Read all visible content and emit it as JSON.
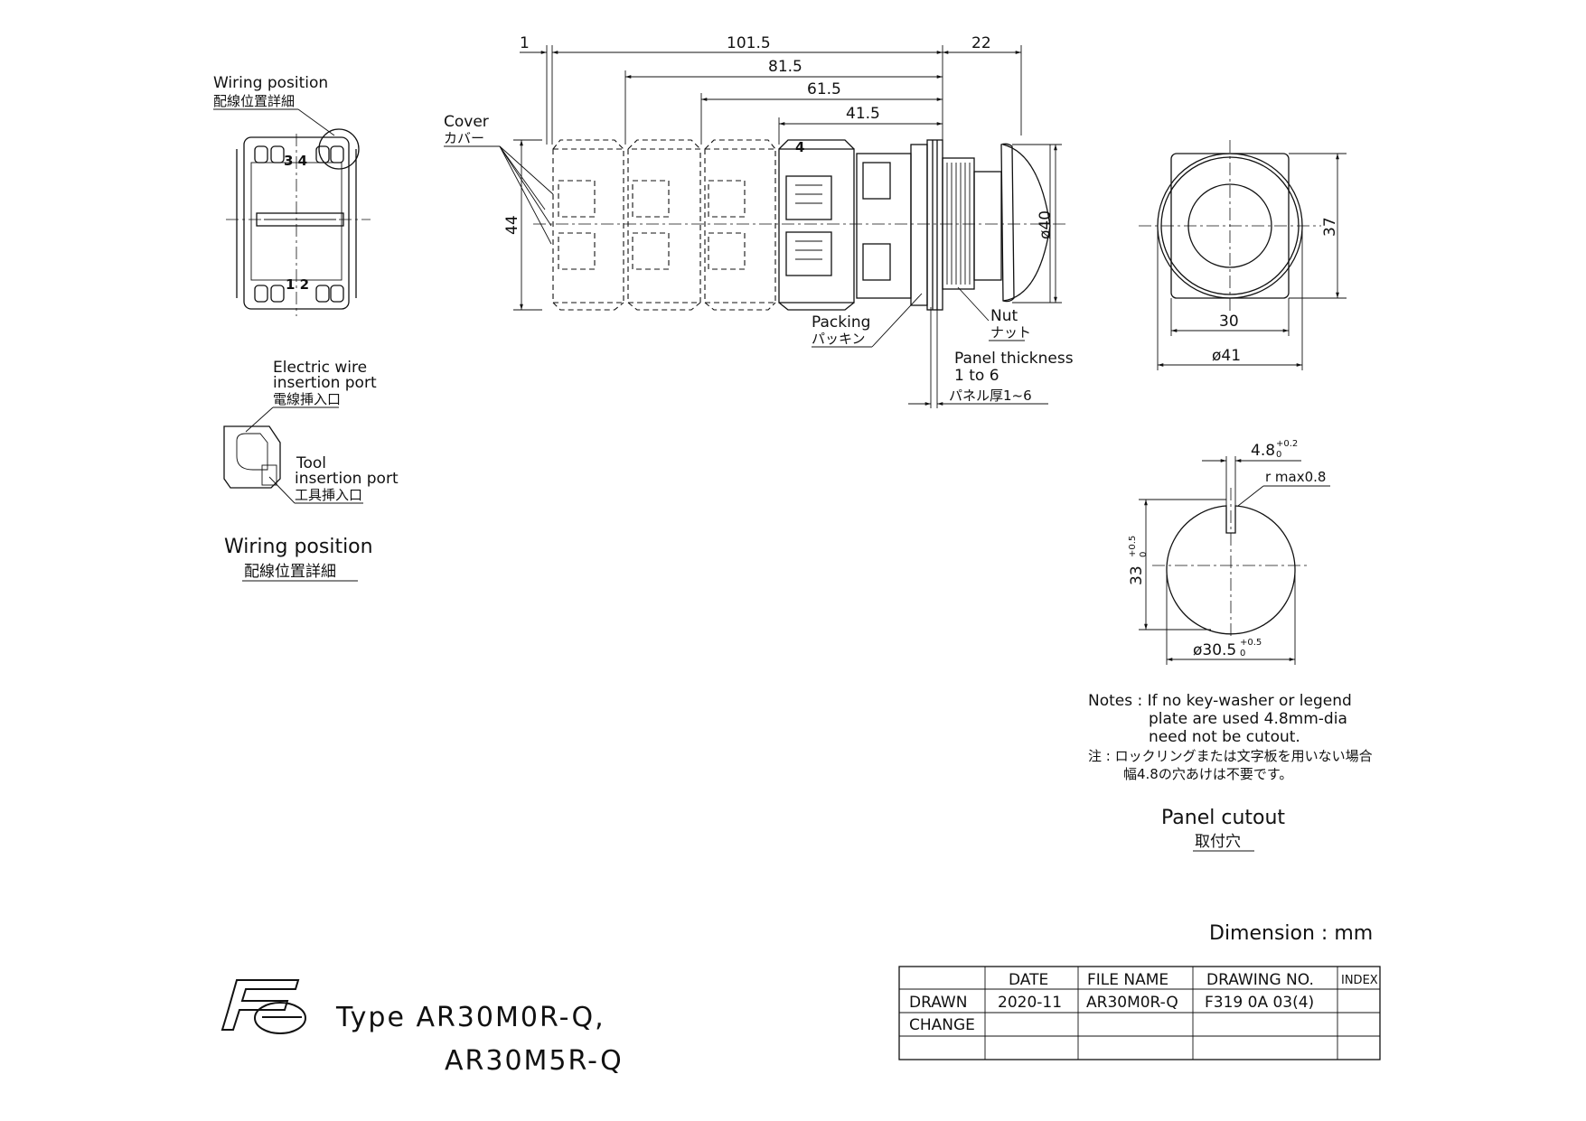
{
  "wiring_detail_top": {
    "label_en": "Wiring position",
    "label_jp": "配線位置詳細",
    "terminals_top": "3 4",
    "terminals_bottom": "1 2"
  },
  "wire_detail": {
    "electric_en_1": "Electric wire",
    "electric_en_2": "insertion port",
    "electric_jp": "電線挿入口",
    "tool_en_1": "Tool",
    "tool_en_2": "insertion port",
    "tool_jp": "工具挿入口",
    "caption_en": "Wiring position",
    "caption_jp": "配線位置詳細"
  },
  "side_view": {
    "dim_1": "1",
    "dim_101_5": "101.5",
    "dim_22": "22",
    "dim_81_5": "81.5",
    "dim_61_5": "61.5",
    "dim_41_5": "41.5",
    "dim_44": "44",
    "dim_phi40": "ø40",
    "terminal_4": "4",
    "cover_en": "Cover",
    "cover_jp": "カバー",
    "packing_en": "Packing",
    "packing_jp": "パッキン",
    "nut_en": "Nut",
    "nut_jp": "ナット",
    "panel_en_1": "Panel thickness",
    "panel_en_2": "1 to 6",
    "panel_jp": "パネル厚1~6"
  },
  "front_view": {
    "dim_37": "37",
    "dim_30": "30",
    "dim_phi41": "ø41"
  },
  "cutout": {
    "dim_width": "4.8",
    "dim_width_tol": "+0.2",
    "dim_width_tol0": "0",
    "radius": "r max0.8",
    "dim_33": "33",
    "dim_33_tol": "+0.5",
    "dim_33_tol0": "0",
    "dim_dia": "ø30.5",
    "dim_dia_tol": "+0.5",
    "dim_dia_tol0": "0",
    "caption_en": "Panel cutout",
    "caption_jp": "取付穴"
  },
  "notes": {
    "line1": "Notes : If no key-washer or legend",
    "line2": "plate are used 4.8mm-dia",
    "line3": "need not be cutout.",
    "line4": "注 : ロックリングまたは文字板を用いない場合",
    "line5": "幅4.8の穴あけは不要です。"
  },
  "dimension_unit": "Dimension : mm",
  "title_block": {
    "headers": [
      "DATE",
      "FILE NAME",
      "DRAWING NO.",
      "INDEX"
    ],
    "row1_label": "DRAWN",
    "row1": [
      "2020-11",
      "AR30M0R-Q",
      "F319 0A 03(4)",
      ""
    ],
    "row2_label": "CHANGE"
  },
  "logo": "Fe",
  "type_line1": "Type  AR30M0R-Q,",
  "type_line2": "AR30M5R-Q"
}
